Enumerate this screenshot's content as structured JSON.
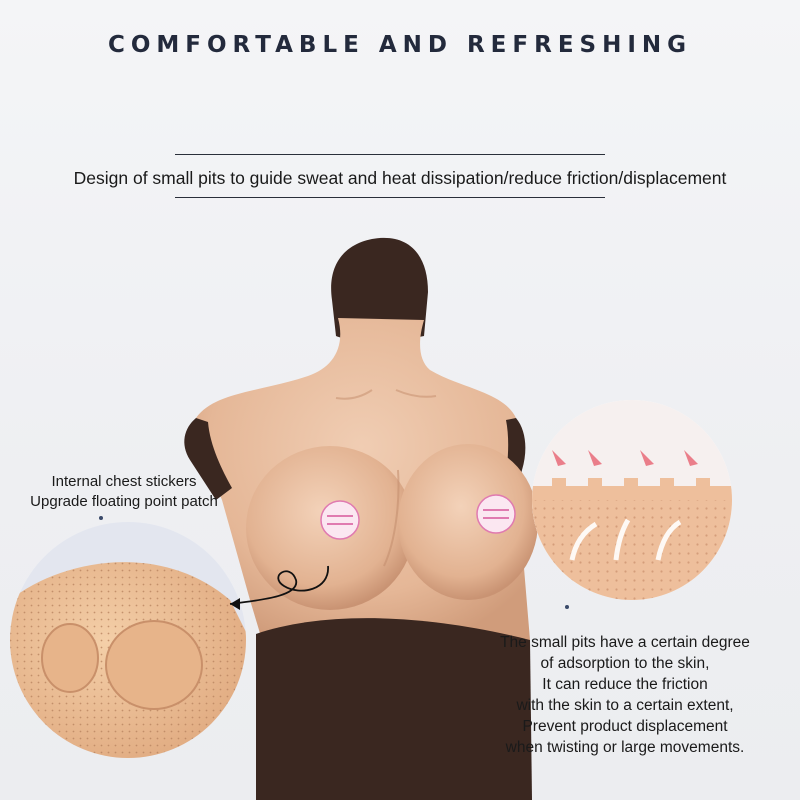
{
  "headline": "COMFORTABLE AND REFRESHING",
  "subtitle": "Design of small pits to guide sweat and heat dissipation/reduce friction/displacement",
  "left_note": {
    "line1": "Internal chest stickers",
    "line2": "Upgrade floating point patch"
  },
  "right_note": {
    "lines": [
      "The small pits have a certain degree",
      "of adsorption to the skin,",
      "It can reduce the friction",
      "with the skin to a certain extent,",
      "Prevent product displacement",
      "when twisting or large movements."
    ]
  },
  "colors": {
    "skin": "#e8bfa2",
    "skin_shadow": "#d3a282",
    "dark_fabric": "#3a2720",
    "text": "#1a1a1a",
    "headline": "#232a3c",
    "sticker_pink": "#e07ab0"
  }
}
